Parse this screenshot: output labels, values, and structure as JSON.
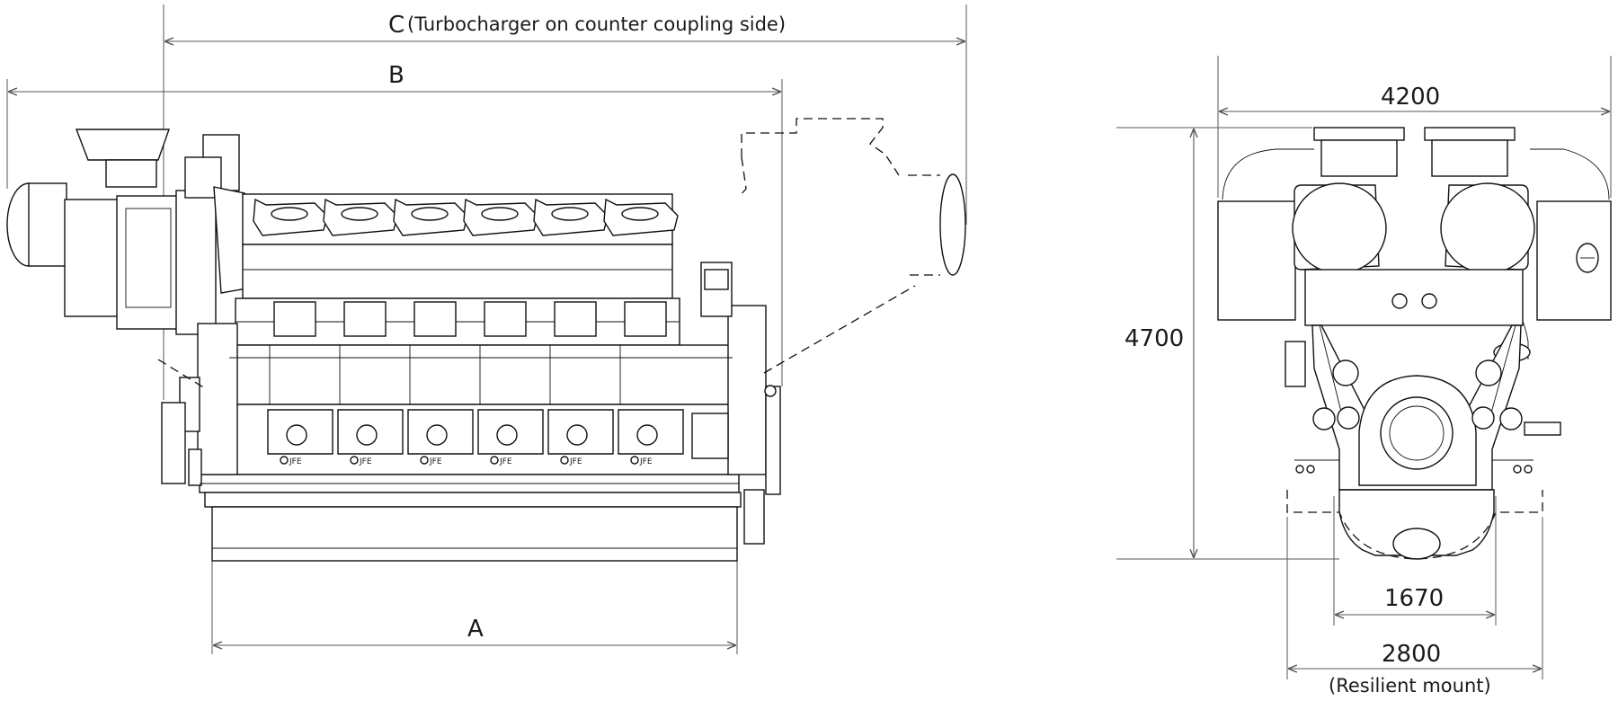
{
  "side_view": {
    "dim_c_letter": "C",
    "dim_c_note": "(Turbocharger on counter coupling side)",
    "dim_b": "B",
    "dim_a": "A",
    "cylinder_badge": "JFE"
  },
  "front_view": {
    "width": "4200",
    "height": "4700",
    "foot_width": "1670",
    "mount_width": "2800",
    "mount_note": "(Resilient mount)"
  },
  "colors": {
    "line": "#111111",
    "dimension": "#555555",
    "background": "#ffffff"
  }
}
